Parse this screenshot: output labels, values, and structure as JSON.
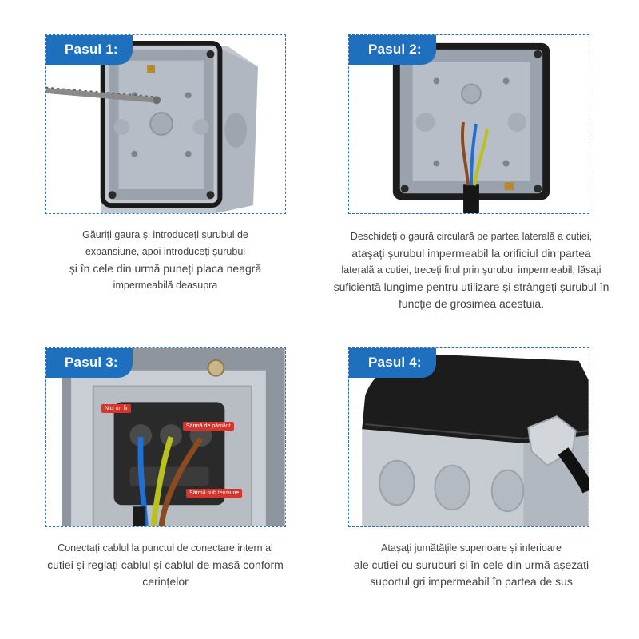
{
  "steps": [
    {
      "label": "Pasul 1:",
      "caption": [
        "Găuriți gaura și introduceți șurubul de",
        "expansiune, apoi introduceți șurubul",
        "și în cele din urmă puneți placa neagră",
        "impermeabilă deasupra"
      ]
    },
    {
      "label": "Pasul 2:",
      "caption": [
        "Deschideți o gaură circulară pe partea laterală a cutiei,",
        "atașați șurubul impermeabil la orificiul din partea",
        "laterală a cutiei, treceți firul prin șurubul impermeabil, lăsați",
        "suficientă lungime pentru utilizare și strângeți șurubul în",
        "funcție de grosimea acestuia."
      ]
    },
    {
      "label": "Pasul 3:",
      "caption": [
        "Conectați cablul la punctul de conectare intern al",
        "cutiei și reglați cablul și cablul de masă conform",
        "cerințelor"
      ],
      "wire_labels": [
        "Nici un fir",
        "Sârmă de pământ",
        "Sârmă sub tensiune"
      ]
    },
    {
      "label": "Pasul 4:",
      "caption": [
        "Atașați jumătățile superioare și inferioare",
        "ale cutiei cu șuruburi și în cele din urmă așezați",
        "suportul gri impermeabil în partea de sus"
      ]
    }
  ],
  "colors": {
    "badge": "#1f6fbf",
    "border": "#2f6fb3",
    "box_gray": "#a9b0ba",
    "lid_black": "#1c1c1c",
    "wire_blue": "#1e6fd6",
    "wire_brown": "#8a4b1e",
    "wire_yellow_green": "#b9c21a",
    "label_red": "#d9342b"
  }
}
